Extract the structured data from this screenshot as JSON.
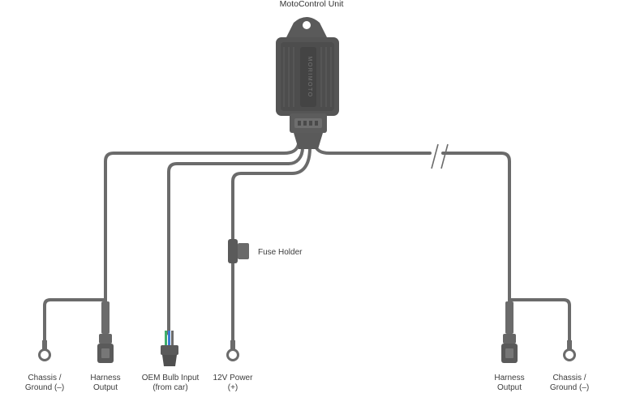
{
  "title": "MotoControl Unit",
  "unit_brand_text": "MORIMOTO",
  "fuse_label": "Fuse Holder",
  "labels": {
    "chassis_left": [
      "Chassis /",
      "Ground (–)"
    ],
    "harness_left": [
      "Harness",
      "Output"
    ],
    "oem_bulb": [
      "OEM Bulb Input",
      "(from car)"
    ],
    "power": [
      "12V Power",
      "(+)"
    ],
    "harness_right": [
      "Harness",
      "Output"
    ],
    "chassis_right": [
      "Chassis /",
      "Ground (–)"
    ]
  },
  "colors": {
    "wire": "#6b6b6b",
    "unit_body": "#555555",
    "unit_dark": "#444444",
    "text": "#3c3c3c",
    "wire_green": "#3fae6a",
    "wire_blue": "#3b7bd6"
  }
}
